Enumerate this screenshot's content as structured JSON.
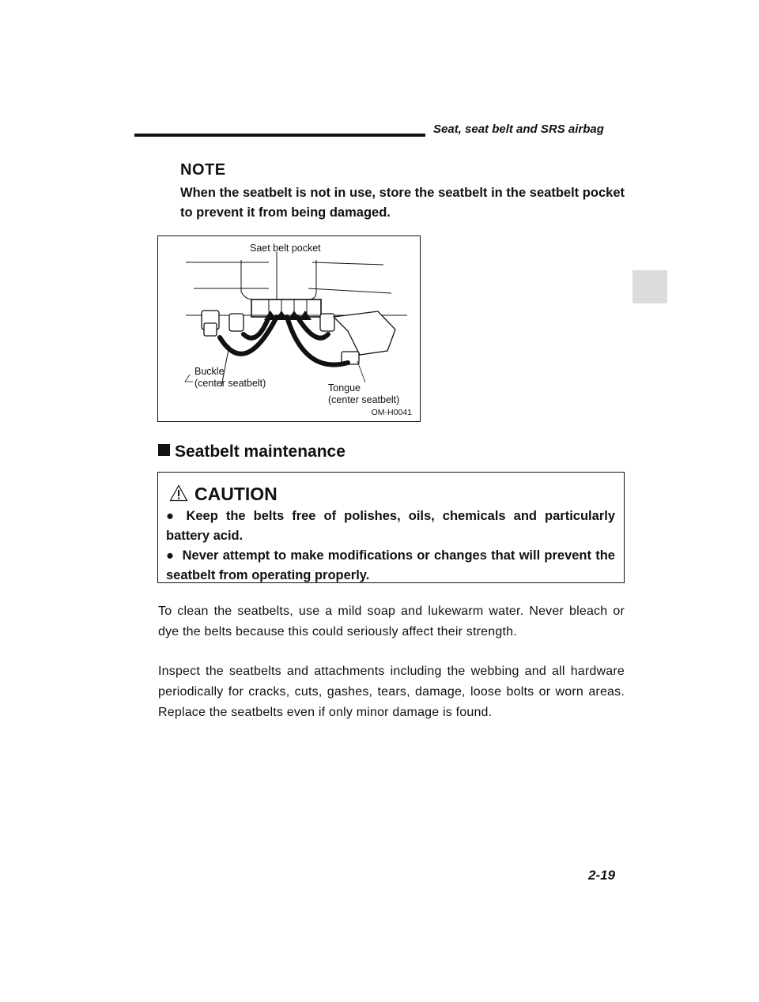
{
  "header": {
    "title": "Seat, seat belt and SRS airbag"
  },
  "note": {
    "heading": "NOTE",
    "text": "When the seatbelt is not in use, store the seatbelt in the seatbelt pocket to prevent it from being damaged."
  },
  "figure": {
    "label_pocket": "Saet belt pocket",
    "label_buckle_1": "Buckle",
    "label_buckle_2": "(center seatbelt)",
    "label_tongue_1": "Tongue",
    "label_tongue_2": "(center seatbelt)",
    "code": "OM-H0041"
  },
  "section": {
    "heading": "Seatbelt maintenance"
  },
  "caution": {
    "title": "CAUTION",
    "bullet": "●",
    "items": [
      "Keep the belts free of polishes, oils, chemicals and particularly battery acid.",
      "Never attempt to make modifications or changes that will prevent the seatbelt from operating properly."
    ]
  },
  "body": {
    "paragraph_1": "To clean the seatbelts, use a mild soap and lukewarm water. Never bleach or dye the belts because this could seriously affect their strength.",
    "paragraph_2": "Inspect the seatbelts and attachments including the webbing and all hardware periodically for cracks, cuts, gashes, tears, damage, loose bolts or worn areas. Replace the seatbelts even if only minor damage is found."
  },
  "footer": {
    "page_number": "2-19"
  }
}
